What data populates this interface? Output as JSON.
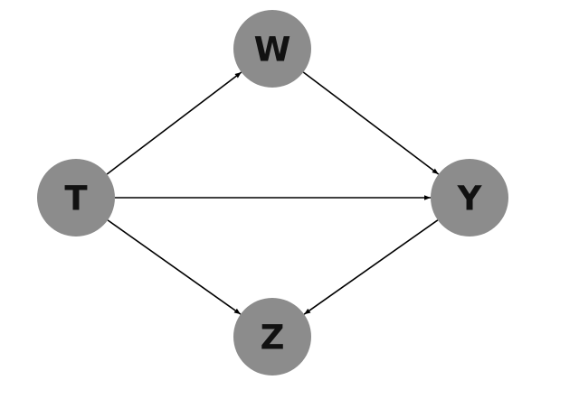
{
  "diagram": {
    "type": "directed-graph",
    "node_color": "#8c8c8c",
    "edge_color": "#000000",
    "label_color": "#111111",
    "nodes": [
      {
        "id": "T",
        "label": "T"
      },
      {
        "id": "W",
        "label": "W"
      },
      {
        "id": "Y",
        "label": "Y"
      },
      {
        "id": "Z",
        "label": "Z"
      }
    ],
    "edges": [
      {
        "from": "T",
        "to": "W"
      },
      {
        "from": "T",
        "to": "Y"
      },
      {
        "from": "T",
        "to": "Z"
      },
      {
        "from": "W",
        "to": "Y"
      },
      {
        "from": "Y",
        "to": "Z"
      }
    ]
  }
}
